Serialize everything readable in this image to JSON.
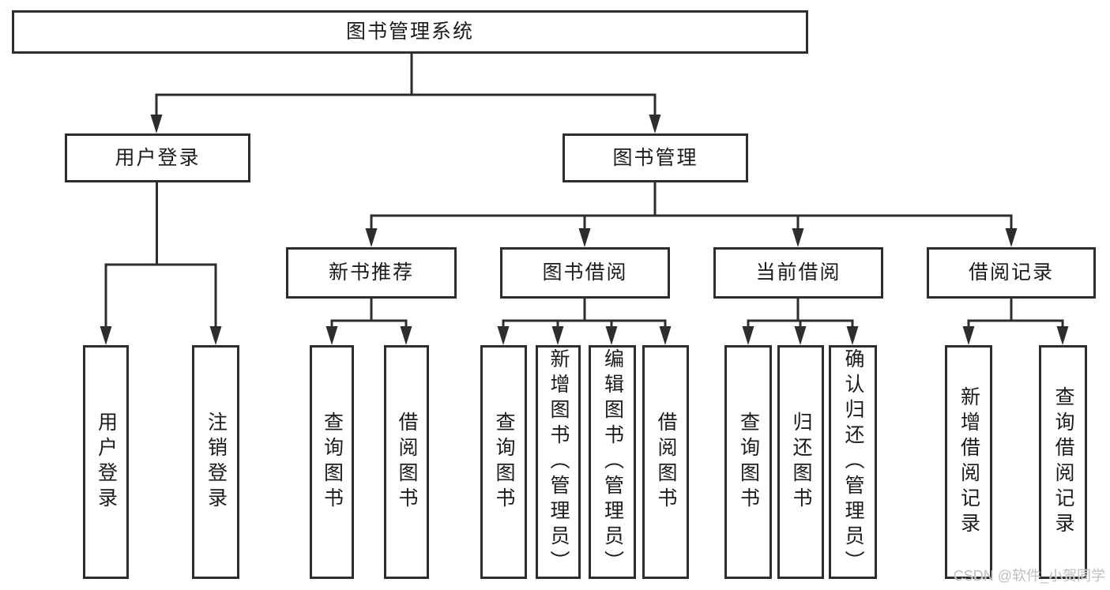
{
  "tree": {
    "root": {
      "label": "图书管理系统"
    },
    "branches": [
      {
        "label": "用户登录",
        "children": [
          {
            "label": "用户登录"
          },
          {
            "label": "注销登录"
          }
        ]
      },
      {
        "label": "图书管理",
        "groups": [
          {
            "label": "新书推荐",
            "children": [
              {
                "label": "查询图书"
              },
              {
                "label": "借阅图书"
              }
            ]
          },
          {
            "label": "图书借阅",
            "children": [
              {
                "label": "查询图书"
              },
              {
                "label": "新增图书（管理员）"
              },
              {
                "label": "编辑图书（管理员）"
              },
              {
                "label": "借阅图书"
              }
            ]
          },
          {
            "label": "当前借阅",
            "children": [
              {
                "label": "查询图书"
              },
              {
                "label": "归还图书"
              },
              {
                "label": "确认归还（管理员）"
              }
            ]
          },
          {
            "label": "借阅记录",
            "children": [
              {
                "label": "新增借阅记录"
              },
              {
                "label": "查询借阅记录"
              }
            ]
          }
        ]
      }
    ]
  },
  "watermark": "CSDN @软件_小贺同学",
  "colors": {
    "background": "#ffffff",
    "line": "#2d2d2d",
    "text": "#1b1b1b",
    "watermark": "#bababa"
  }
}
